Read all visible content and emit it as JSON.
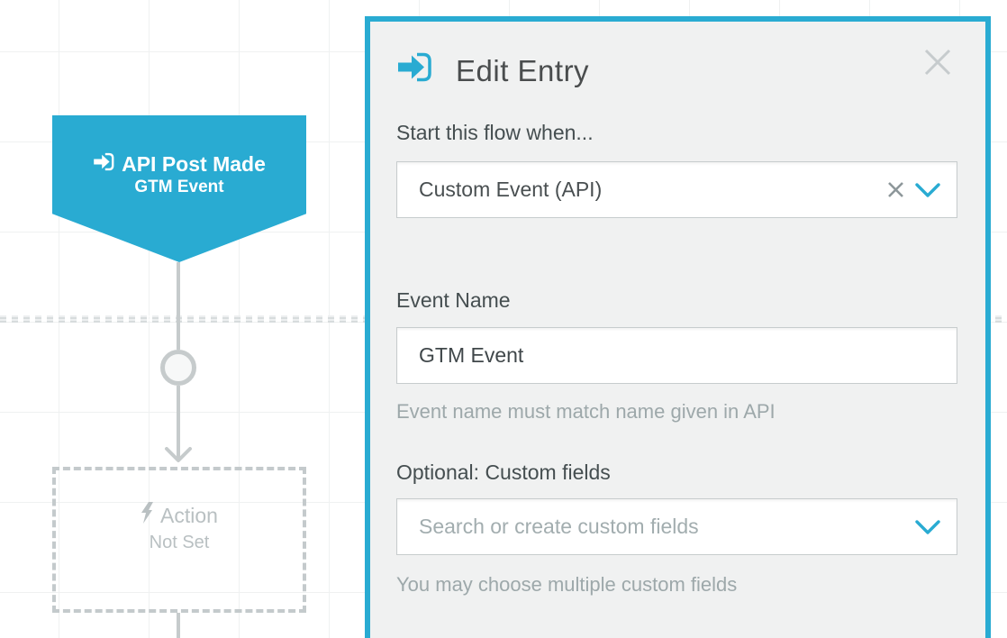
{
  "panel": {
    "title": "Edit Entry",
    "trigger": {
      "label": "Start this flow when...",
      "value": "Custom Event (API)"
    },
    "event_name": {
      "label": "Event Name",
      "value": "GTM Event",
      "helper": "Event name must match name given in API"
    },
    "custom_fields": {
      "label": "Optional: Custom fields",
      "placeholder": "Search or create custom fields",
      "helper": "You may choose multiple custom fields"
    }
  },
  "canvas": {
    "entry_node": {
      "title": "API Post Made",
      "subtitle": "GTM Event"
    },
    "action_node": {
      "title": "Action",
      "subtitle": "Not Set"
    }
  },
  "icons": {
    "header": "sign-in-icon",
    "entry_node": "sign-in-icon",
    "action_node": "lightning-icon",
    "close": "close-icon",
    "clear": "clear-x-icon",
    "dropdowns": "chevron-down-icon"
  },
  "colors": {
    "accent_teal": "#29abd2",
    "panel_background": "#f0f1f1",
    "connector_gray": "#c6cbcc",
    "muted_text": "#9da8aa",
    "label_text": "#454e50",
    "title_text": "#4a4d4e",
    "node_text": "#ffffff",
    "action_text": "#b9c0c2"
  }
}
